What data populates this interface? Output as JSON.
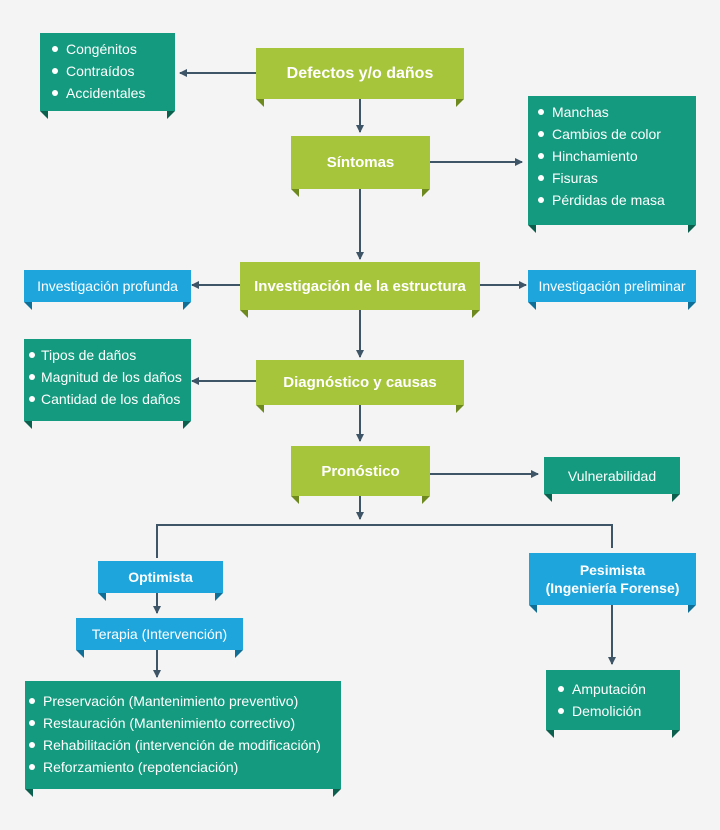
{
  "nodes": {
    "defectos": "Defectos y/o daños",
    "sintomas": "Síntomas",
    "investigacion": "Investigación de la estructura",
    "diagnostico": "Diagnóstico y causas",
    "pronostico": "Pronóstico",
    "investigacion_profunda": "Investigación profunda",
    "investigacion_preliminar": "Investigación preliminar",
    "vulnerabilidad": "Vulnerabilidad",
    "optimista": "Optimista",
    "terapia": "Terapia (Intervención)",
    "pesimista_1": "Pesimista",
    "pesimista_2": "(Ingeniería Forense)"
  },
  "lists": {
    "origen": [
      "Congénitos",
      "Contraídos",
      "Accidentales"
    ],
    "sintomas": [
      "Manchas",
      "Cambios de color",
      "Hinchamiento",
      "Fisuras",
      "Pérdidas de masa"
    ],
    "diagnostico": [
      "Tipos de daños",
      "Magnitud de los daños",
      "Cantidad de los daños"
    ],
    "terapia": [
      "Preservación (Mantenimiento preventivo)",
      "Restauración (Mantenimiento correctivo)",
      "Rehabilitación (intervención de modificación)",
      "Reforzamiento (repotenciación)"
    ],
    "pesimista": [
      "Amputación",
      "Demolición"
    ]
  },
  "colors": {
    "green": "#a6c53b",
    "teal": "#149a7e",
    "blue": "#1ea6dc",
    "arrow": "#3d5566",
    "background": "#f3f4f3"
  }
}
